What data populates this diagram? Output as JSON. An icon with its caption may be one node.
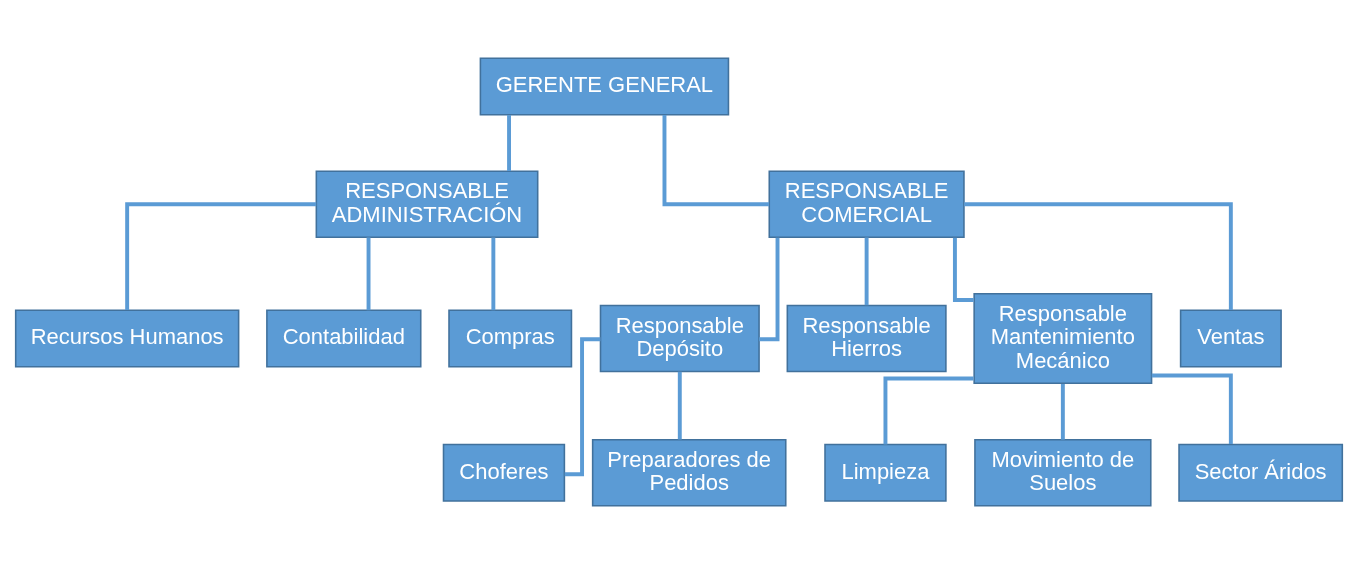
{
  "diagram": {
    "nodes": [
      {
        "text": [
          "GERENTE GENERAL"
        ]
      },
      {
        "text": [
          "RESPONSABLE ADMINISTRACIÓN"
        ]
      },
      {
        "text": [
          "RESPONSABLE COMERCIAL"
        ]
      },
      {
        "text": [
          "Recursos Humanos"
        ]
      },
      {
        "text": [
          "Contabilidad"
        ]
      },
      {
        "text": [
          "Compras"
        ]
      },
      {
        "text": [
          "Responsable Depósito"
        ]
      },
      {
        "text": [
          "Responsable Hierros"
        ]
      },
      {
        "text": [
          "Responsable Mantenimiento Mecánico"
        ]
      },
      {
        "text": [
          "Ventas"
        ]
      },
      {
        "text": [
          "Choferes"
        ]
      },
      {
        "text": [
          "Preparadores de Pedidos"
        ]
      },
      {
        "text": [
          "Limpieza"
        ]
      },
      {
        "text": [
          "Movimiento de Suelos"
        ]
      },
      {
        "text": [
          "Sector Áridos"
        ]
      }
    ],
    "edges": [
      {
        "from": 0,
        "to": 1,
        "arrow": "none"
      },
      {
        "from": 0,
        "to": 2,
        "arrow": "none"
      },
      {
        "from": 1,
        "to": 3,
        "arrow": "none"
      },
      {
        "from": 1,
        "to": 4,
        "arrow": "none"
      },
      {
        "from": 1,
        "to": 5,
        "arrow": "none"
      },
      {
        "from": 2,
        "to": 6,
        "arrow": "none"
      },
      {
        "from": 2,
        "to": 7,
        "arrow": "none"
      },
      {
        "from": 2,
        "to": 8,
        "arrow": "none"
      },
      {
        "from": 2,
        "to": 9,
        "arrow": "none"
      },
      {
        "from": 6,
        "to": 10,
        "arrow": "none"
      },
      {
        "from": 6,
        "to": 11,
        "arrow": "none"
      },
      {
        "from": 8,
        "to": 12,
        "arrow": "none"
      },
      {
        "from": 8,
        "to": 13,
        "arrow": "none"
      },
      {
        "from": 8,
        "to": 14,
        "arrow": "none"
      }
    ]
  }
}
